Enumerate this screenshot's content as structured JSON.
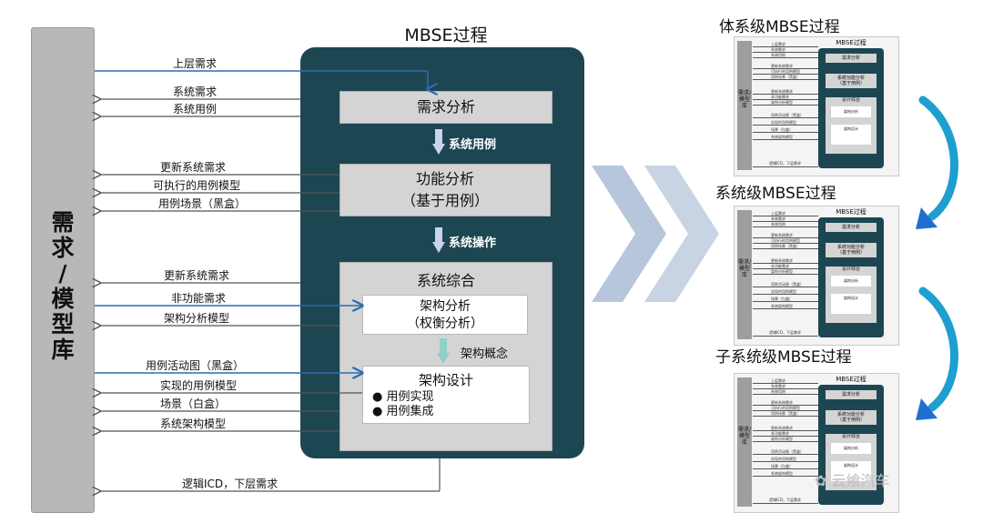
{
  "repository": {
    "label_lines": [
      "需",
      "求",
      "/",
      "模",
      "型",
      "库"
    ]
  },
  "process": {
    "title": "MBSE过程",
    "req_analysis": "需求分析",
    "flow_use_cases": "系统用例",
    "func_analysis_line1": "功能分析",
    "func_analysis_line2": "（基于用例）",
    "flow_operations": "系统操作",
    "synthesis": "系统综合",
    "arch_analysis_line1": "架构分析",
    "arch_analysis_line2": "（权衡分析）",
    "flow_arch_concept": "架构概念",
    "arch_design": "架构设计",
    "arch_bullets": [
      "用例实现",
      "用例集成"
    ]
  },
  "flows": [
    {
      "label": "上层需求",
      "dir": "in"
    },
    {
      "label": "系统需求",
      "dir": "out"
    },
    {
      "label": "系统用例",
      "dir": "out"
    },
    {
      "label": "更新系统需求",
      "dir": "out"
    },
    {
      "label": "可执行的用例模型",
      "dir": "out"
    },
    {
      "label": "用例场景（黑盒）",
      "dir": "out"
    },
    {
      "label": "更新系统需求",
      "dir": "out"
    },
    {
      "label": "非功能需求",
      "dir": "in"
    },
    {
      "label": "架构分析模型",
      "dir": "out"
    },
    {
      "label": "用例活动图（黑盒）",
      "dir": "in"
    },
    {
      "label": "实现的用例模型",
      "dir": "out"
    },
    {
      "label": "场景（白盒）",
      "dir": "out"
    },
    {
      "label": "系统架构模型",
      "dir": "out"
    },
    {
      "label": "逻辑ICD，下层需求",
      "dir": "out"
    }
  ],
  "levels": [
    {
      "title": "体系级MBSE过程"
    },
    {
      "title": "系统级MBSE过程"
    },
    {
      "title": "子系统级MBSE过程"
    }
  ],
  "thumbnail": {
    "repo_label": "需求/模型库",
    "panel_title": "MBSE过程",
    "req": "需求分析",
    "func_line1": "系统功能分析",
    "func_line2": "（基于用例）",
    "synth": "设计综合",
    "arch1": "架构分析",
    "arch2": "架构设计",
    "flow_bottom": "逻辑ICD，下层需求"
  },
  "watermark": "云飨汽车",
  "colors": {
    "panel": "#1d4653",
    "flow_in": "#2b6cb0",
    "chevron": "#b7c6da",
    "curve": "#1e9fd0"
  }
}
